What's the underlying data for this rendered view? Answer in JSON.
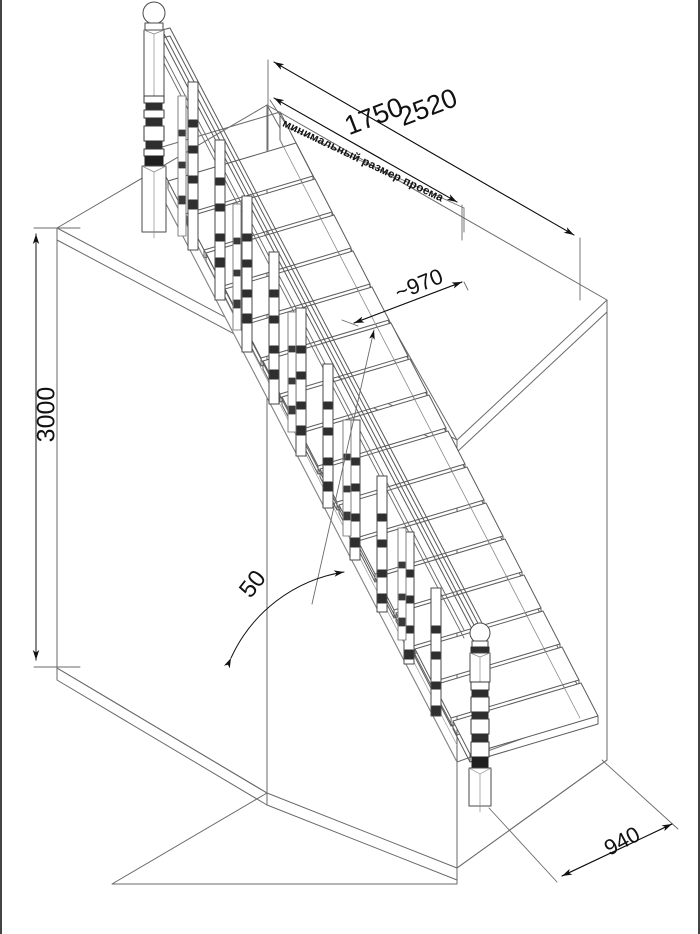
{
  "drawing": {
    "title": "Staircase isometric dimension drawing",
    "type": "isometric-technical-drawing",
    "subject": "wooden straight-flight staircase with turned balusters and newel posts",
    "units": "mm",
    "line_color": "#4a4a4a",
    "text_color": "#111111",
    "background": "#ffffff",
    "border_color": "#444444"
  },
  "dimensions": {
    "opening_total": "2520",
    "opening_minimum": "1750",
    "opening_note": "минимальный размер проема",
    "headroom": "~970",
    "floor_height": "3000",
    "angle": "50",
    "stair_width": "940"
  },
  "chart_data": {
    "type": "diagram",
    "title": "Staircase isometric dimension drawing",
    "annotations": [
      {
        "label": "2520",
        "meaning": "total stairwell opening length",
        "units": "mm"
      },
      {
        "label": "1750",
        "meaning": "minimum opening size",
        "units": "mm"
      },
      {
        "label": "минимальный размер проема",
        "meaning": "minimum opening size (Russian caption)"
      },
      {
        "label": "~970",
        "meaning": "approximate headroom / opening width",
        "units": "mm"
      },
      {
        "label": "3000",
        "meaning": "floor to floor height",
        "units": "mm"
      },
      {
        "label": "50",
        "meaning": "stair inclination angle",
        "units": "degrees"
      },
      {
        "label": "940",
        "meaning": "stair flight width",
        "units": "mm"
      }
    ],
    "step_count": 16
  }
}
